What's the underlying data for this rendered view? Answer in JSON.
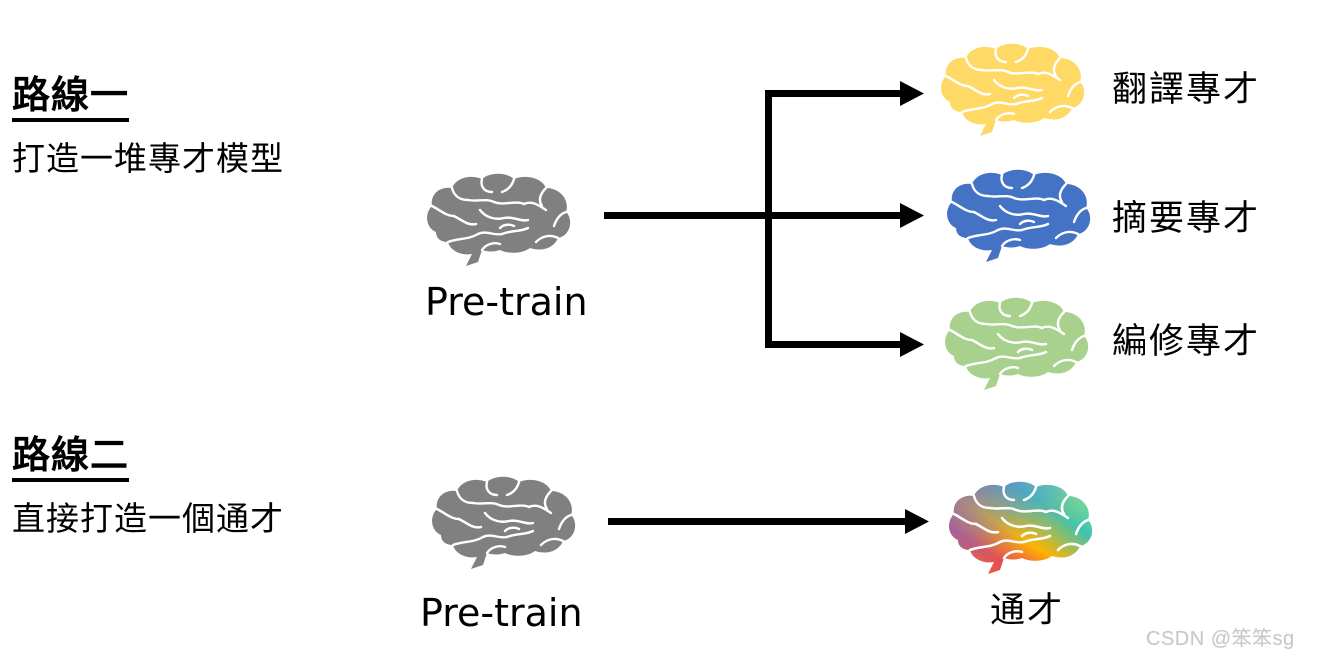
{
  "route1": {
    "title": "路線一",
    "subtitle": "打造一堆專才模型",
    "source_label": "Pre-train",
    "source_color": "#808080",
    "targets": [
      {
        "label": "翻譯專才",
        "color": "#FFD966"
      },
      {
        "label": "摘要專才",
        "color": "#4472C4"
      },
      {
        "label": "編修專才",
        "color": "#A9D18E"
      }
    ]
  },
  "route2": {
    "title": "路線二",
    "subtitle": "直接打造一個通才",
    "source_label": "Pre-train",
    "source_color": "#808080",
    "target": {
      "label": "通才",
      "gradient_colors": [
        "#E8405A",
        "#7B6FD0",
        "#3FC3B0",
        "#7FE89A",
        "#FFC000",
        "#F26B1D"
      ]
    }
  },
  "icons": {
    "brain": "brain-icon",
    "arrow": "arrow-right-icon"
  },
  "watermark": "CSDN @笨笨sg"
}
